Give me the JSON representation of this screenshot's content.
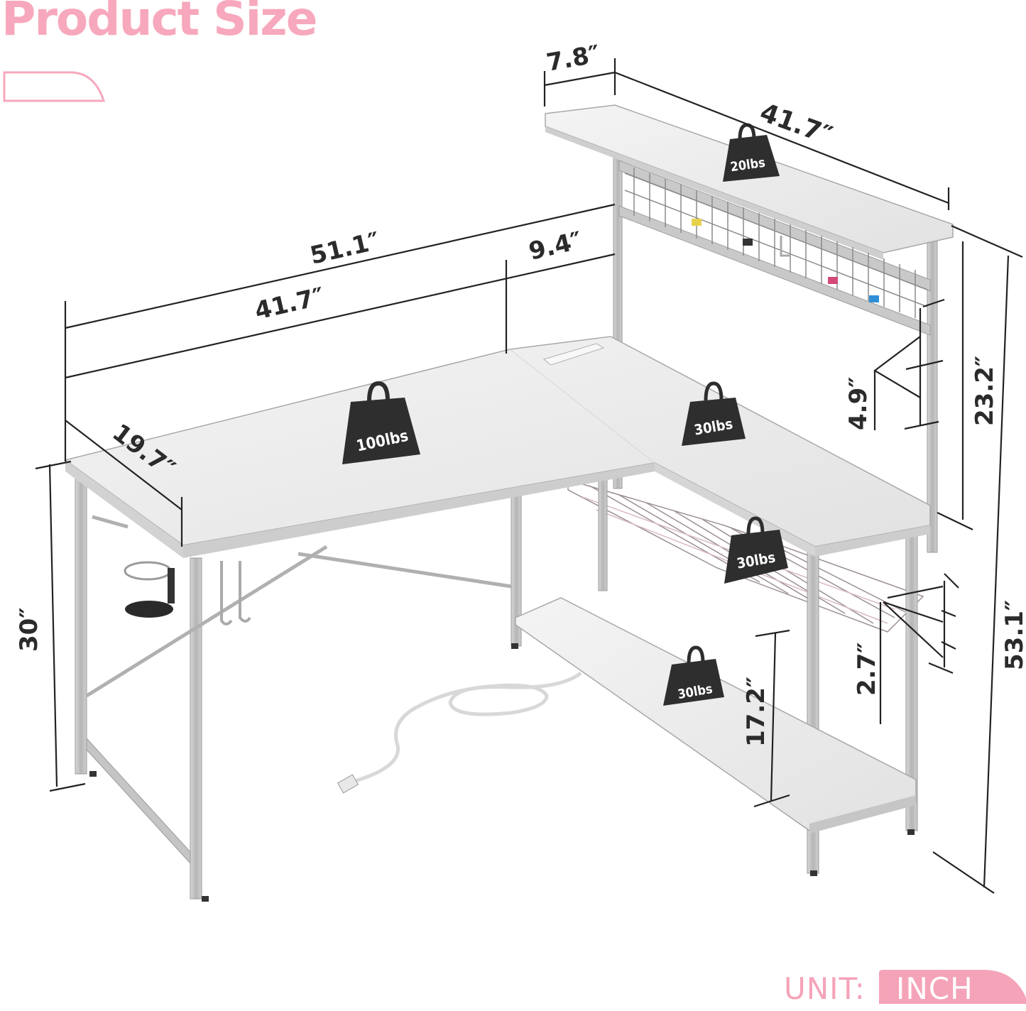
{
  "header": {
    "title": "Product Size",
    "accent_color": "#f7a8bc"
  },
  "unit": {
    "label": "UNIT:",
    "value": "INCH",
    "badge_color": "#f5a3b8"
  },
  "dimensions": {
    "top_shelf_depth": "7.8″",
    "top_shelf_length": "41.7″",
    "overall_length": "51.1″",
    "main_desk_length": "41.7″",
    "extension_length": "9.4″",
    "desk_depth": "19.7″",
    "desk_height": "30″",
    "hutch_height": "23.2″",
    "hutch_gap": "4.9″",
    "overall_height": "53.1″",
    "lower_shelf_height": "17.2″",
    "wire_shelf_spacing": "2.7″"
  },
  "load_ratings": {
    "top_shelf": "20lbs",
    "main_desk": "100lbs",
    "side_desk": "30lbs",
    "wire_shelf": "30lbs",
    "bottom_shelf": "30lbs"
  },
  "colors": {
    "desk_top": "#ececec",
    "frame": "#bdbdbd",
    "weight": "#2e2e2e",
    "dimension_line": "#222222",
    "clip_yellow": "#e6d24a",
    "clip_black": "#333333",
    "clip_pink": "#d4487a",
    "clip_blue": "#2f8fd6"
  }
}
